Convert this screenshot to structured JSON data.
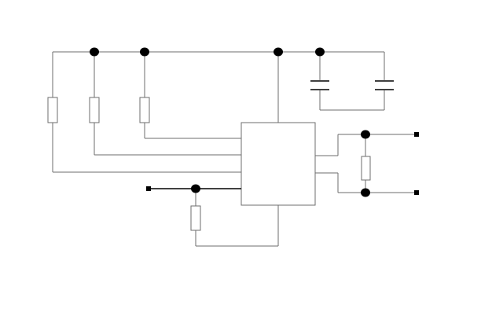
{
  "diagram": {
    "kind": "circuit-schematic",
    "colors": {
      "wire": "#6e6e6e",
      "node": "#000000",
      "background": "#ffffff"
    },
    "components": {
      "ic_block": {
        "type": "integrated-circuit"
      },
      "resistors": [
        "R1",
        "R2",
        "R3",
        "R4",
        "R5"
      ],
      "capacitors": [
        "C1",
        "C2"
      ],
      "terminals": [
        "input-terminal",
        "output-terminal-top",
        "output-terminal-bottom"
      ]
    }
  }
}
